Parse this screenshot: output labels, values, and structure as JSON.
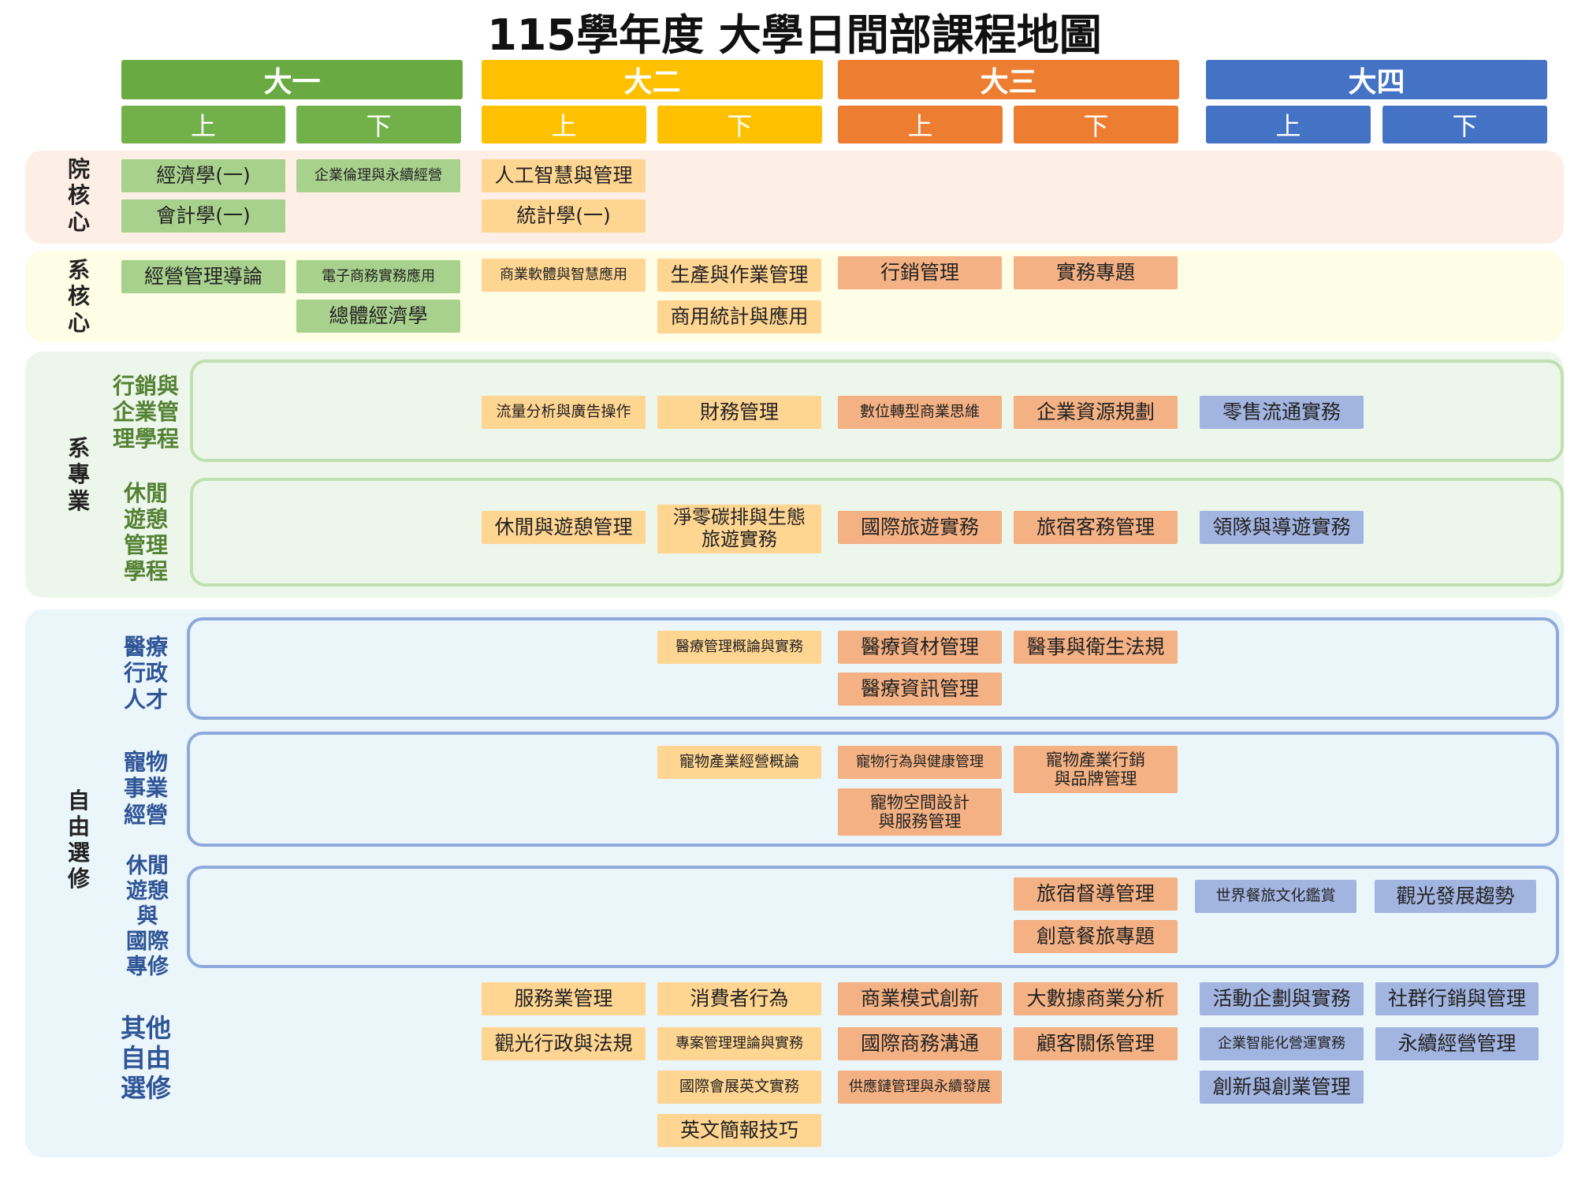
{
  "title": "115學年度 大學日間部課程地圖",
  "colors": {
    "y1": "#6aaa42",
    "y1s": "#72b04a",
    "y2": "#ffc000",
    "y2s": "#ffc000",
    "y3": "#ed7d31",
    "y3s": "#ed7d31",
    "y4": "#4472c4",
    "y4s": "#4472c4",
    "c1": "#a9d18e",
    "c2": "#ffd592",
    "c3": "#f4b183",
    "c4": "#a2b4e0",
    "band_college": "#fdeee6",
    "band_dept": "#fefde6",
    "band_prof": "#edf6ea",
    "band_free": "#ebf6fb",
    "frame_green": "#bfe0b0",
    "frame_blue": "#8eaadb",
    "label_dark": "#222222",
    "label_green": "#548235",
    "label_blue": "#2f5597"
  },
  "years": [
    {
      "label": "大一",
      "sems": [
        "上",
        "下"
      ]
    },
    {
      "label": "大二",
      "sems": [
        "上",
        "下"
      ]
    },
    {
      "label": "大三",
      "sems": [
        "上",
        "下"
      ]
    },
    {
      "label": "大四",
      "sems": [
        "上",
        "下"
      ]
    }
  ],
  "sections": [
    {
      "label": "院\n核\n心"
    },
    {
      "label": "系\n核\n心"
    },
    {
      "label": "系\n專\n業"
    },
    {
      "label": "自\n由\n選\n修"
    }
  ],
  "tracks": [
    {
      "label": "行銷與\n企業管\n理學程"
    },
    {
      "label": "休閒\n遊憩\n管理\n學程"
    },
    {
      "label": "醫療\n行政\n人才"
    },
    {
      "label": "寵物\n事業\n經營"
    },
    {
      "label": "休閒\n遊憩\n與\n國際\n專修"
    },
    {
      "label": "其他\n自由\n選修"
    }
  ],
  "courses": [
    {
      "text": "經濟學(一)",
      "c": "c1",
      "col": 0
    },
    {
      "text": "會計學(一)",
      "c": "c1",
      "col": 0
    },
    {
      "text": "企業倫理與永續經營",
      "c": "c1",
      "col": 1
    },
    {
      "text": "人工智慧與管理",
      "c": "c2",
      "col": 2
    },
    {
      "text": "統計學(一)",
      "c": "c2",
      "col": 2
    },
    {
      "text": "經營管理導論",
      "c": "c1",
      "col": 0
    },
    {
      "text": "電子商務實務應用",
      "c": "c1",
      "col": 1
    },
    {
      "text": "總體經濟學",
      "c": "c1",
      "col": 1
    },
    {
      "text": "商業軟體與智慧應用",
      "c": "c2",
      "col": 2
    },
    {
      "text": "生產與作業管理",
      "c": "c2",
      "col": 3
    },
    {
      "text": "商用統計與應用",
      "c": "c2",
      "col": 3
    },
    {
      "text": "行銷管理",
      "c": "c3",
      "col": 4
    },
    {
      "text": "實務專題",
      "c": "c3",
      "col": 5
    },
    {
      "text": "流量分析與廣告操作",
      "c": "c2",
      "col": 2
    },
    {
      "text": "財務管理",
      "c": "c2",
      "col": 3
    },
    {
      "text": "數位轉型商業思維",
      "c": "c3",
      "col": 4
    },
    {
      "text": "企業資源規劃",
      "c": "c3",
      "col": 5
    },
    {
      "text": "零售流通實務",
      "c": "c4",
      "col": 6
    },
    {
      "text": "休閒與遊憩管理",
      "c": "c2",
      "col": 2
    },
    {
      "text": "淨零碳排與生態\n旅遊實務",
      "c": "c2",
      "col": 3
    },
    {
      "text": "國際旅遊實務",
      "c": "c3",
      "col": 4
    },
    {
      "text": "旅宿客務管理",
      "c": "c3",
      "col": 5
    },
    {
      "text": "領隊與導遊實務",
      "c": "c4",
      "col": 6
    },
    {
      "text": "醫療管理概論與實務",
      "c": "c2",
      "col": 3
    },
    {
      "text": "醫療資材管理",
      "c": "c3",
      "col": 4
    },
    {
      "text": "醫療資訊管理",
      "c": "c3",
      "col": 4
    },
    {
      "text": "醫事與衛生法規",
      "c": "c3",
      "col": 5
    },
    {
      "text": "寵物產業經營概論",
      "c": "c2",
      "col": 3
    },
    {
      "text": "寵物行為與健康管理",
      "c": "c3",
      "col": 4
    },
    {
      "text": "寵物空間設計\n與服務管理",
      "c": "c3",
      "col": 4
    },
    {
      "text": "寵物產業行銷\n與品牌管理",
      "c": "c3",
      "col": 5
    },
    {
      "text": "旅宿督導管理",
      "c": "c3",
      "col": 5
    },
    {
      "text": "創意餐旅專題",
      "c": "c3",
      "col": 5
    },
    {
      "text": "世界餐旅文化鑑賞",
      "c": "c4",
      "col": 6
    },
    {
      "text": "觀光發展趨勢",
      "c": "c4",
      "col": 7
    },
    {
      "text": "服務業管理",
      "c": "c2",
      "col": 2
    },
    {
      "text": "觀光行政與法規",
      "c": "c2",
      "col": 2
    },
    {
      "text": "消費者行為",
      "c": "c2",
      "col": 3
    },
    {
      "text": "專案管理理論與實務",
      "c": "c2",
      "col": 3
    },
    {
      "text": "國際會展英文實務",
      "c": "c2",
      "col": 3
    },
    {
      "text": "英文簡報技巧",
      "c": "c2",
      "col": 3
    },
    {
      "text": "商業模式創新",
      "c": "c3",
      "col": 4
    },
    {
      "text": "國際商務溝通",
      "c": "c3",
      "col": 4
    },
    {
      "text": "供應鏈管理與永續發展",
      "c": "c3",
      "col": 4
    },
    {
      "text": "大數據商業分析",
      "c": "c3",
      "col": 5
    },
    {
      "text": "顧客關係管理",
      "c": "c3",
      "col": 5
    },
    {
      "text": "活動企劃與實務",
      "c": "c4",
      "col": 6
    },
    {
      "text": "企業智能化營運實務",
      "c": "c4",
      "col": 6
    },
    {
      "text": "創新與創業管理",
      "c": "c4",
      "col": 6
    },
    {
      "text": "社群行銷與管理",
      "c": "c4",
      "col": 7
    },
    {
      "text": "永續經營管理",
      "c": "c4",
      "col": 7
    }
  ]
}
